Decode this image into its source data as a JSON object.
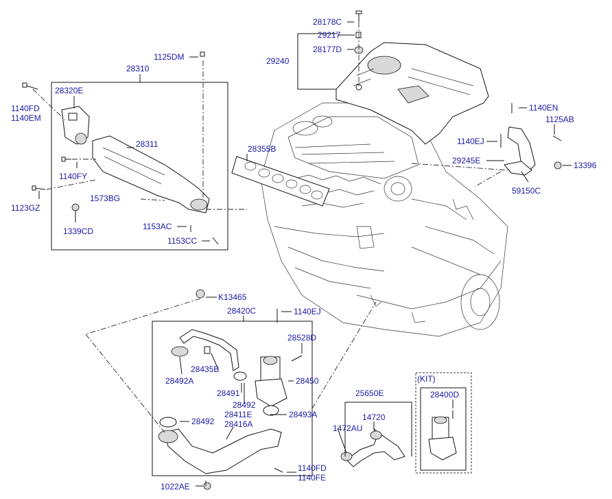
{
  "callouts": {
    "c28178C": "28178C",
    "c29217": "29217",
    "c28177D": "28177D",
    "c29240": "29240",
    "c1125DM": "1125DM",
    "c28310": "28310",
    "c28320E": "28320E",
    "c1140FD_a": "1140FD",
    "c1140EM": "1140EM",
    "c28311": "28311",
    "c1140FY": "1140FY",
    "c1573BG": "1573BG",
    "c1123GZ": "1123GZ",
    "c1339CD": "1339CD",
    "c1153AC": "1153AC",
    "c1153CC": "1153CC",
    "c28355B": "28355B",
    "c1140EN": "1140EN",
    "c1125AB": "1125AB",
    "c1140EJ_a": "1140EJ",
    "c29245E": "29245E",
    "c13396": "13396",
    "c59150C": "59150C",
    "cK13465": "K13465",
    "c28420C": "28420C",
    "c1140EJ_b": "1140EJ",
    "c28528D": "28528D",
    "c28435B": "28435B",
    "c28492A": "28492A",
    "c28450": "28450",
    "c28491": "28491",
    "c28492_a": "28492",
    "c28411E": "28411E",
    "c28493A": "28493A",
    "c28492_b": "28492",
    "c28416A": "28416A",
    "c25650E": "25650E",
    "c14720": "14720",
    "c1472AU": "1472AU",
    "cKIT": "(KIT)",
    "c28400D": "28400D",
    "c1140FD_b": "1140FD",
    "c1140FE": "1140FE",
    "c1022AE": "1022AE"
  }
}
